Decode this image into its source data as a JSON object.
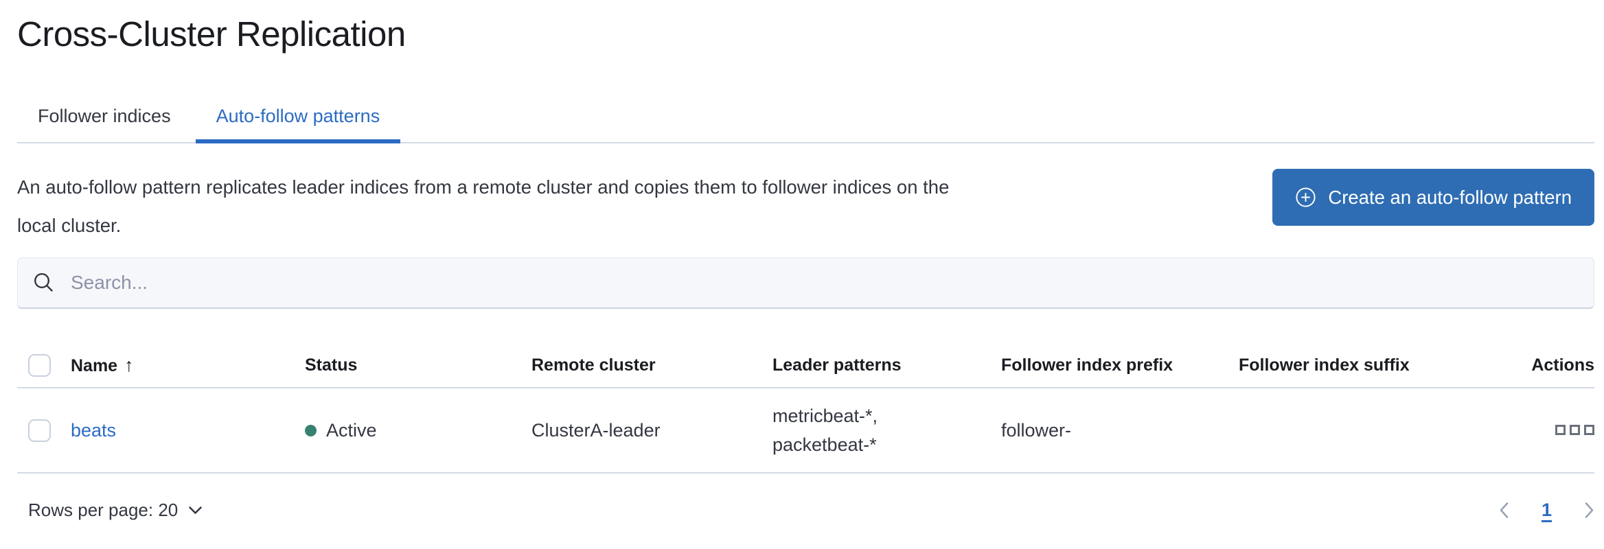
{
  "page": {
    "title": "Cross-Cluster Replication"
  },
  "tabs": [
    {
      "label": "Follower indices",
      "active": false
    },
    {
      "label": "Auto-follow patterns",
      "active": true
    }
  ],
  "description": {
    "line1": "An auto-follow pattern replicates leader indices from a remote cluster and copies them to follower indices on the",
    "line2": "local cluster."
  },
  "create_button": {
    "label": "Create an auto-follow pattern",
    "icon": "plus-in-circle"
  },
  "search": {
    "placeholder": "Search...",
    "value": ""
  },
  "table": {
    "columns": [
      "Name",
      "Status",
      "Remote cluster",
      "Leader patterns",
      "Follower index prefix",
      "Follower index suffix",
      "Actions"
    ],
    "sort": {
      "column": "Name",
      "direction": "ascending",
      "arrow": "↑"
    },
    "rows": [
      {
        "name": "beats",
        "status": "Active",
        "remote_cluster": "ClusterA-leader",
        "leader_patterns_lines": {
          "0": "metricbeat-*,",
          "1": "packetbeat-*"
        },
        "follower_index_prefix": "follower-",
        "follower_index_suffix": "",
        "actions_icon": "boxes-horizontal"
      }
    ]
  },
  "footer": {
    "rows_per_page_label": "Rows per page: 20",
    "pagination": {
      "prev": "chevron-left",
      "current_page": "1",
      "next": "chevron-right"
    }
  },
  "colors": {
    "accent_blue": "#2b6bc3",
    "button_blue": "#2e6db3",
    "status_active_teal": "#38806f",
    "border_gray": "#d3dae6",
    "text_dark": "#1a1c21",
    "text_body": "#343741",
    "muted_gray": "#69707d",
    "placeholder_gray": "#8b93a6",
    "pagination_chevron_gray": "#98a2b3",
    "search_bg": "#f6f7fb"
  }
}
